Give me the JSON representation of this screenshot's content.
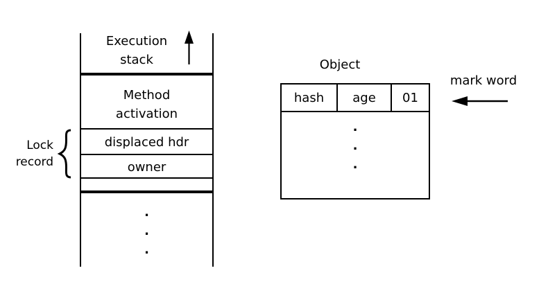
{
  "colors": {
    "background": "#ffffff",
    "ink": "#000000"
  },
  "execution_stack": {
    "title": "Execution\nstack",
    "frames": {
      "method_activation": "Method\nactivation",
      "displaced_hdr": "displaced hdr",
      "owner": "owner"
    },
    "continuation_dots": ".\n.\n."
  },
  "lock_record": {
    "label": "Lock\nrecord"
  },
  "object": {
    "title": "Object",
    "header_fields": [
      "hash",
      "age",
      "01"
    ],
    "body_dots": ".\n.\n."
  },
  "mark_word": {
    "label": "mark word"
  },
  "icons": {
    "stack_growth": "up-arrow-icon",
    "mark_word_pointer": "left-arrow-icon",
    "lock_record_brace": "left-curly-brace-icon"
  }
}
